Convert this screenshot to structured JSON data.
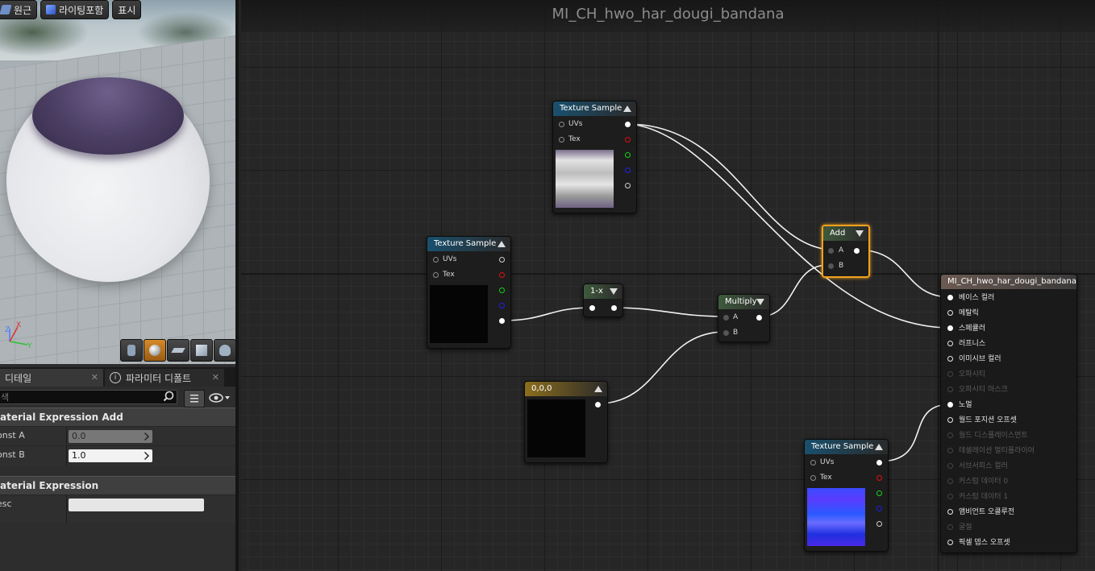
{
  "viewport": {
    "toolbar": {
      "perspective_label": "원근",
      "lighting_label": "라이팅포함",
      "show_label": "표시"
    },
    "axis_labels": {
      "x": "X",
      "y": "Y",
      "z": "Z"
    }
  },
  "details": {
    "tabs": [
      {
        "label": "디테일"
      },
      {
        "label": "파라미터 디폴트"
      }
    ],
    "search_placeholder": "색",
    "categories": [
      {
        "title": "aterial Expression Add",
        "props": [
          {
            "label": "onst A",
            "value": "0.0",
            "disabled": true
          },
          {
            "label": "onst B",
            "value": "1.0",
            "disabled": false
          }
        ]
      },
      {
        "title": "aterial Expression",
        "props": [
          {
            "label": "esc",
            "value": ""
          }
        ]
      }
    ]
  },
  "graph": {
    "title": "MI_CH_hwo_har_dougi_bandana",
    "nodes": {
      "tex_top": {
        "title": "Texture Sample",
        "inputs": [
          "UVs",
          "Tex"
        ]
      },
      "tex_left": {
        "title": "Texture Sample",
        "inputs": [
          "UVs",
          "Tex"
        ]
      },
      "tex_bottom": {
        "title": "Texture Sample",
        "inputs": [
          "UVs",
          "Tex"
        ]
      },
      "one_minus": {
        "title": "1-x"
      },
      "multiply": {
        "title": "Multiply",
        "inputs": [
          "A",
          "B"
        ]
      },
      "add": {
        "title": "Add",
        "inputs": [
          "A",
          "B"
        ]
      },
      "constant": {
        "title": "0,0,0"
      },
      "result": {
        "title": "MI_CH_hwo_har_dougi_bandana",
        "inputs": [
          {
            "label": "베이스 컬러",
            "active": true,
            "connected": true
          },
          {
            "label": "메탈릭",
            "active": true,
            "connected": false
          },
          {
            "label": "스페큘러",
            "active": true,
            "connected": true
          },
          {
            "label": "러프니스",
            "active": true,
            "connected": false
          },
          {
            "label": "이미시브 컬러",
            "active": true,
            "connected": false
          },
          {
            "label": "오파시티",
            "active": false,
            "connected": false
          },
          {
            "label": "오파시티 마스크",
            "active": false,
            "connected": false
          },
          {
            "label": "노멀",
            "active": true,
            "connected": true
          },
          {
            "label": "월드 포지션 오프셋",
            "active": true,
            "connected": false
          },
          {
            "label": "월드 디스플레이스먼트",
            "active": false,
            "connected": false
          },
          {
            "label": "테셀레이션 멀티플라이어",
            "active": false,
            "connected": false
          },
          {
            "label": "서브서피스 컬러",
            "active": false,
            "connected": false
          },
          {
            "label": "커스텀 데이터 0",
            "active": false,
            "connected": false
          },
          {
            "label": "커스텀 데이터 1",
            "active": false,
            "connected": false
          },
          {
            "label": "앰비언트 오클루전",
            "active": true,
            "connected": false
          },
          {
            "label": "굴절",
            "active": false,
            "connected": false
          },
          {
            "label": "픽셀 뎁스 오프셋",
            "active": true,
            "connected": false
          }
        ]
      }
    },
    "colors": {
      "texture_header": "#19506e",
      "math_header": "#3f5a3c",
      "constant_header": "#8b6d1d",
      "selection": "#f0a020"
    }
  }
}
